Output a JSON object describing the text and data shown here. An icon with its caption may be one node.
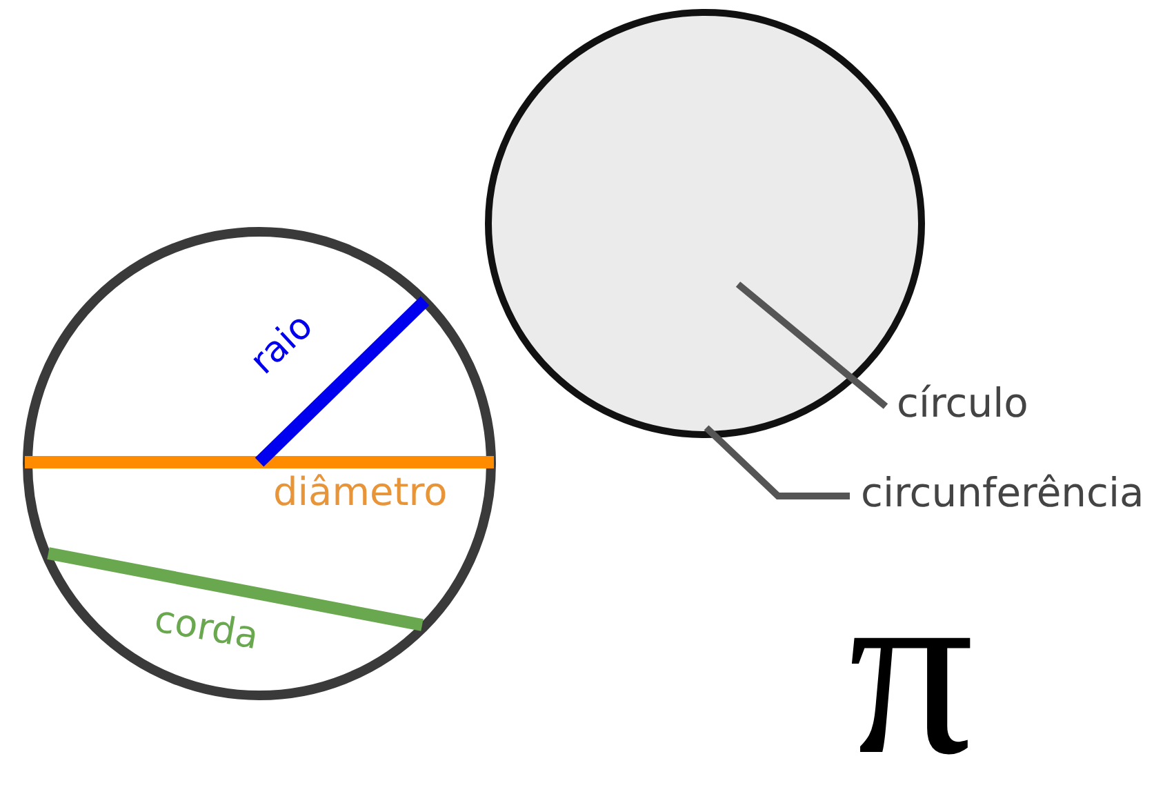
{
  "diagram": {
    "nodes": [
      {
        "text": [],
        "shape": "circle"
      },
      {
        "text": [
          "círculo"
        ]
      },
      {
        "text": [
          "circunferência"
        ]
      }
    ],
    "edges": [
      {
        "from": 1,
        "to": 0,
        "arrow": "none"
      },
      {
        "from": 2,
        "to": 0,
        "arrow": "none"
      }
    ],
    "labels": [
      "raio",
      "diâmetro",
      "corda",
      "π"
    ]
  }
}
